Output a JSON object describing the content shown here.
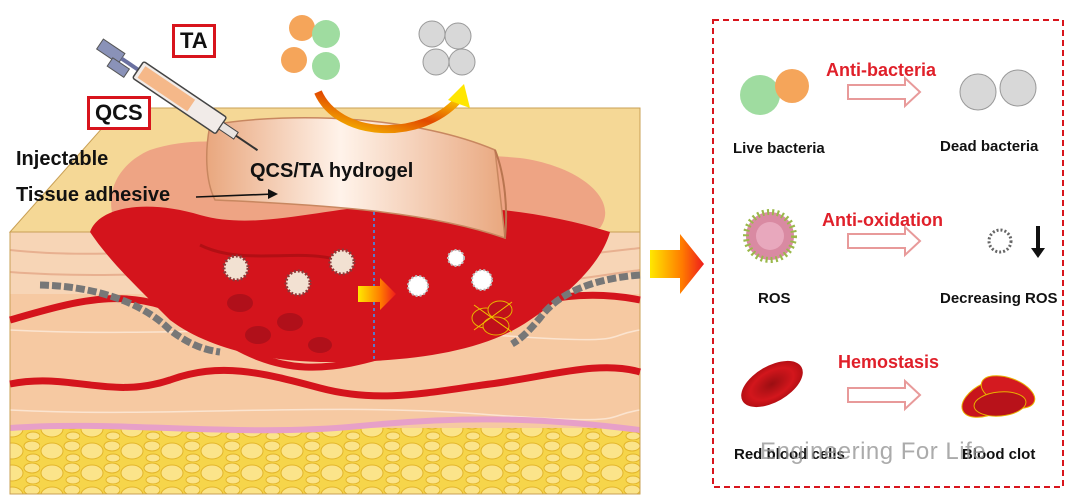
{
  "left_panel": {
    "syringe_label_ta": "TA",
    "syringe_label_qcs": "QCS",
    "injectable": "Injectable",
    "tissue_adhesive": "Tissue adhesive",
    "hydrogel": "QCS/TA hydrogel"
  },
  "right_panel": {
    "rows": [
      {
        "left_label": "Live bacteria",
        "effect": "Anti-bacteria",
        "right_label": "Dead bacteria"
      },
      {
        "left_label": "ROS",
        "effect": "Anti-oxidation",
        "right_label": "Decreasing ROS"
      },
      {
        "left_label": "Red blood cells",
        "effect": "Hemostasis",
        "right_label": "Blood clot"
      }
    ]
  },
  "watermark": "Engineering For Life",
  "colors": {
    "blood": "#d4141c",
    "skin": "#f3d08a",
    "dermis": "#f6c7a0",
    "fat": "#f6d54a",
    "border_red": "#d8141c",
    "effect_text": "#e0202a"
  }
}
